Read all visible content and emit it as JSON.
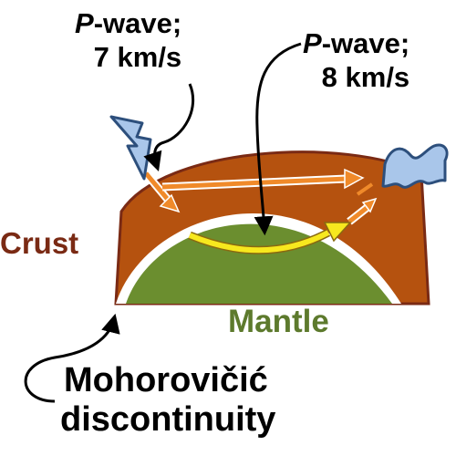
{
  "labels": {
    "p_wave_crust": {
      "letter": "P",
      "word": "-wave;",
      "speed": "7 km/s"
    },
    "p_wave_mantle": {
      "letter": "P",
      "word": "-wave;",
      "speed": "8 km/s"
    },
    "crust": "Crust",
    "mantle": "Mantle",
    "moho_line1": "Mohorovičić",
    "moho_line2": "discontinuity"
  },
  "colors": {
    "crust": "#b5520f",
    "crust_dark": "#7a2a14",
    "mantle": "#6b8e2f",
    "wave_crust": "#f08a2a",
    "wave_mantle": "#f7e81e",
    "source_icon": "#a9c6ea",
    "receiver_icon": "#a9c6ea",
    "icon_outline": "#2d4f7c"
  },
  "icons": {
    "source": "lightning-bolt-icon",
    "receiver": "seismograph-wave-icon"
  }
}
